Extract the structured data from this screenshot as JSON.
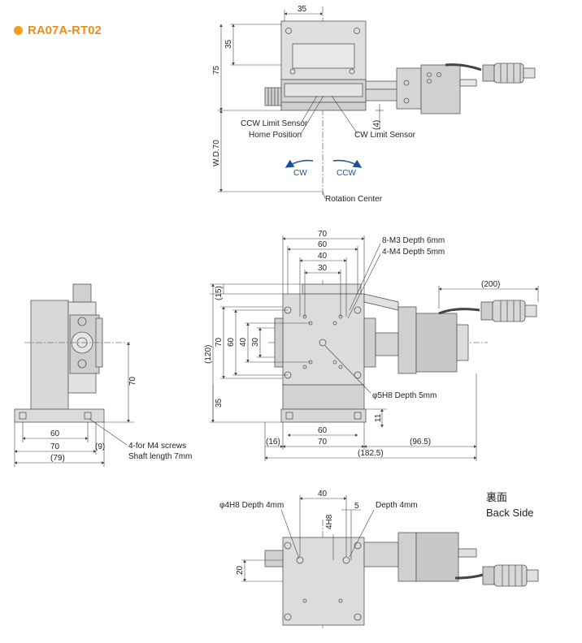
{
  "title": "RA07A-RT02",
  "colors": {
    "accent": "#e8901a",
    "arrow": "#1a4f9c",
    "body": "#dcdcdc"
  },
  "back_side": {
    "jp": "裏面",
    "en": "Back Side"
  },
  "top_view": {
    "dim_width": "35",
    "dim_upper": "35",
    "dim_height": "75",
    "dim_wd": "W.D.70",
    "dim_gap": "(4)",
    "labels": {
      "ccw_limit": "CCW Limit Sensor",
      "home": "Home Position",
      "cw_limit": "CW Limit Sensor",
      "rotation_center": "Rotation Center"
    },
    "arrows": {
      "cw": "CW",
      "ccw": "CCW"
    }
  },
  "side_view": {
    "dim_height": "70",
    "dim_inner": "60",
    "dim_base": "70",
    "dim_edge": "(9)",
    "dim_total": "(79)",
    "note_line1": "4-for M4 screws",
    "note_line2": "Shaft length 7mm"
  },
  "front_view": {
    "dims_top": [
      "70",
      "60",
      "40",
      "30"
    ],
    "note_m3": "8-M3 Depth 6mm",
    "note_m4": "4-M4 Depth 5mm",
    "dim_cable": "(200)",
    "dims_left": [
      "(15)",
      "(120)",
      "70",
      "60",
      "40",
      "30",
      "35"
    ],
    "note_phi": "φ5H8 Depth 5mm",
    "dim_11": "11",
    "dims_bottom": [
      "60",
      "(16)",
      "70",
      "(96.5)",
      "(182.5)"
    ]
  },
  "back_view": {
    "dim_top": "40",
    "dim_4h8": "4H8",
    "dim_5": "5",
    "note_phi": "φ4H8 Depth 4mm",
    "note_depth": "Depth 4mm",
    "dim_left": "20"
  }
}
